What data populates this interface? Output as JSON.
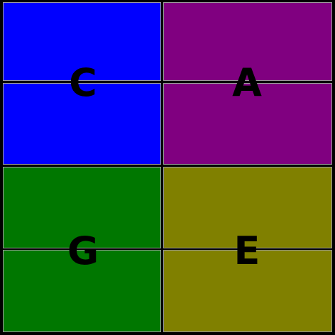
{
  "board": {
    "quadrants": [
      {
        "id": "top-left",
        "letter": "C",
        "color": "#0000ff"
      },
      {
        "id": "top-right",
        "letter": "A",
        "color": "#800080"
      },
      {
        "id": "bottom-left",
        "letter": "G",
        "color": "#007700"
      },
      {
        "id": "bottom-right",
        "letter": "E",
        "color": "#808000"
      }
    ],
    "grid_line_color": "#9a9a9a",
    "background_color": "#000000"
  }
}
